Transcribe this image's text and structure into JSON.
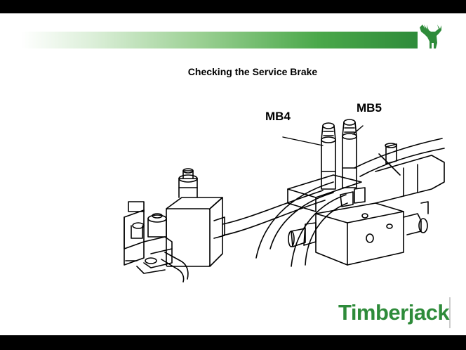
{
  "slide": {
    "title": "Checking the Service Brake"
  },
  "diagram": {
    "labels": {
      "mb4": "MB4",
      "mb5": "MB5"
    }
  },
  "branding": {
    "wordmark": "Timberjack",
    "brand_color": "#2e8b3a",
    "logo_icon": "deer-logo-icon"
  }
}
